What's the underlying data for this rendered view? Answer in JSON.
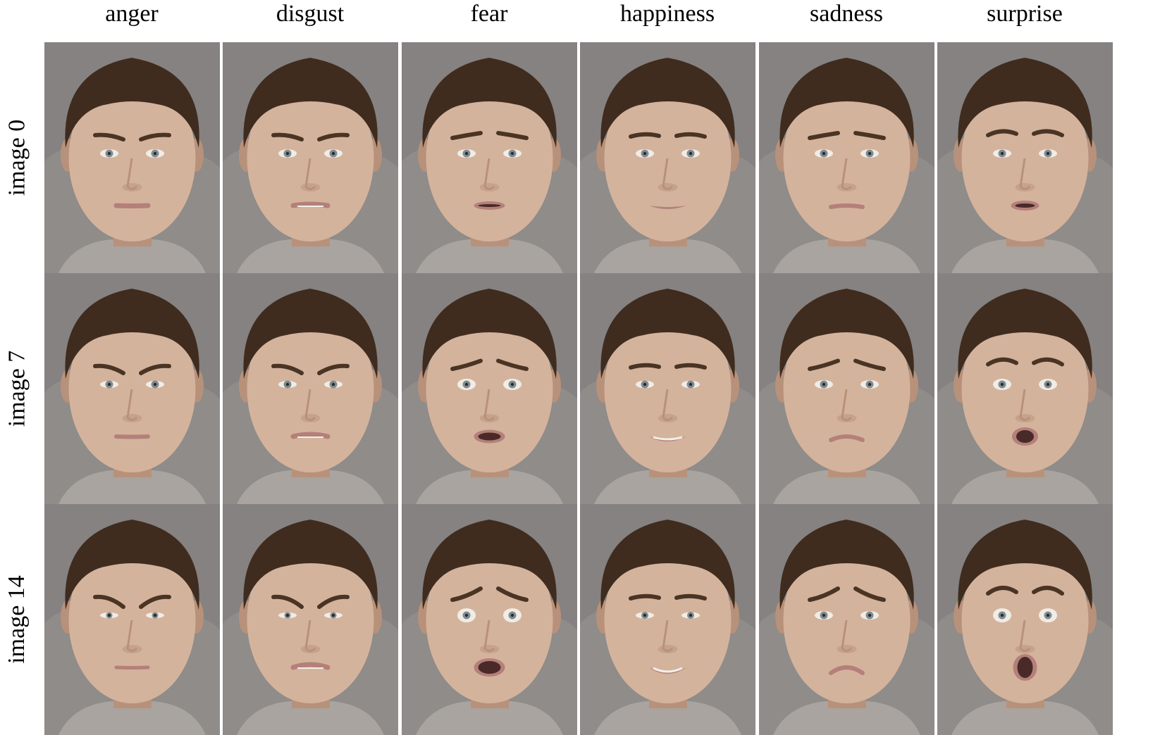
{
  "columns": [
    {
      "label": "anger"
    },
    {
      "label": "disgust"
    },
    {
      "label": "fear"
    },
    {
      "label": "happiness"
    },
    {
      "label": "sadness"
    },
    {
      "label": "surprise"
    }
  ],
  "rows": [
    {
      "label": "image 0"
    },
    {
      "label": "image 7"
    },
    {
      "label": "image 14"
    }
  ],
  "colors": {
    "background": "#858281",
    "skin": "#d4b39d",
    "skin_shadow": "#b8917a",
    "hair": "#3f2c1e",
    "shirt": "#a9a49f",
    "lips": "#b4807a",
    "iris": "#7f8c92"
  }
}
